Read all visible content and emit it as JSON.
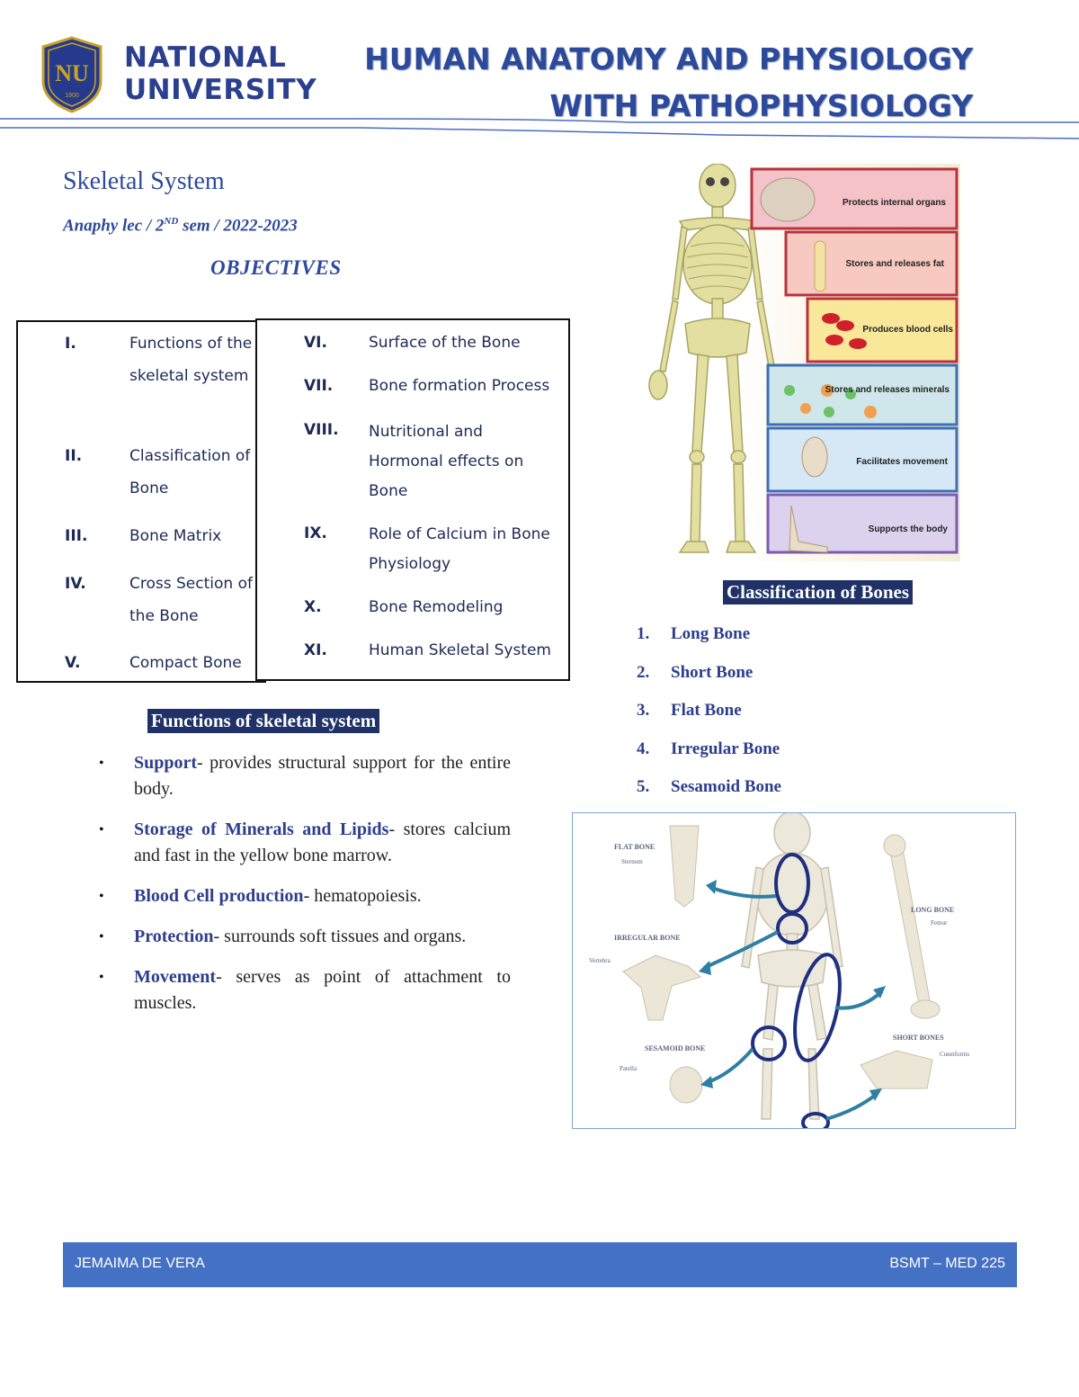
{
  "header": {
    "university_line1": "NATIONAL",
    "university_line2": "UNIVERSITY",
    "logo_letters": "NU",
    "logo_year": "1900",
    "course_line1": "HUMAN ANATOMY AND PHYSIOLOGY",
    "course_line2": "WITH PATHOPHYSIOLOGY"
  },
  "doc": {
    "title": "Skeletal System",
    "sub_prefix": "Anaphy lec / 2",
    "sub_sup": "ND",
    "sub_suffix": " sem / 2022-2023",
    "objectives_title": "OBJECTIVES"
  },
  "objectives_left": [
    {
      "num": "I.",
      "label": "Functions of the skeletal system"
    },
    {
      "num": "II.",
      "label": "Classification of Bone"
    },
    {
      "num": "III.",
      "label": "Bone Matrix"
    },
    {
      "num": "IV.",
      "label": "Cross Section of the Bone"
    },
    {
      "num": "V.",
      "label": "Compact Bone"
    }
  ],
  "objectives_right": [
    {
      "num": "VI.",
      "label": "Surface of the Bone"
    },
    {
      "num": "VII.",
      "label": "Bone formation Process"
    },
    {
      "num": "VIII.",
      "label": "Nutritional and Hormonal effects on Bone"
    },
    {
      "num": "IX.",
      "label": "Role of Calcium in Bone Physiology"
    },
    {
      "num": "X.",
      "label": "Bone Remodeling"
    },
    {
      "num": "XI.",
      "label": "Human Skeletal System"
    }
  ],
  "functions": {
    "title": "Functions of skeletal system",
    "items": [
      {
        "term": "Support",
        "text": "- provides structural support for the entire body."
      },
      {
        "term": "Storage of Minerals and Lipids",
        "text": "- stores calcium and fast in the yellow bone marrow."
      },
      {
        "term": "Blood Cell production",
        "text": "- hematopoiesis."
      },
      {
        "term": "Protection",
        "text": "- surrounds soft tissues and organs."
      },
      {
        "term": "Movement",
        "text": "- serves as point of attachment to muscles."
      }
    ]
  },
  "classification": {
    "title": "Classification of Bones",
    "items": [
      {
        "num": "1.",
        "label": "Long Bone"
      },
      {
        "num": "2.",
        "label": "Short Bone"
      },
      {
        "num": "3.",
        "label": "Flat Bone"
      },
      {
        "num": "4.",
        "label": "Irregular Bone"
      },
      {
        "num": "5.",
        "label": "Sesamoid Bone"
      }
    ]
  },
  "figure1": {
    "panels": [
      {
        "label": "Protects internal organs",
        "color": "#f5c2c8",
        "border": "#b8323c"
      },
      {
        "label": "Stores and releases fat",
        "color": "#f8c9c0",
        "border": "#b8323c"
      },
      {
        "label": "Produces blood cells",
        "color": "#f9e79a",
        "border": "#b8323c"
      },
      {
        "label": "Stores and releases minerals",
        "color": "#cfe6ea",
        "border": "#3d6fb5"
      },
      {
        "label": "Facilitates movement",
        "color": "#d6e8f6",
        "border": "#3d6fb5"
      },
      {
        "label": "Supports the body",
        "color": "#ddd2ee",
        "border": "#7c5bb0"
      }
    ]
  },
  "figure2": {
    "flat_title": "FLAT BONE",
    "flat_example": "Sternum",
    "irregular_title": "IRREGULAR BONE",
    "irregular_example": "Vertebra",
    "sesamoid_title": "SESAMOID BONE",
    "sesamoid_example": "Patella",
    "long_title": "LONG BONE",
    "long_example": "Femur",
    "short_title": "SHORT BONES",
    "short_example": "Cuneiforms"
  },
  "footer": {
    "author": "JEMAIMA DE VERA",
    "section": "BSMT – MED 225"
  },
  "colors": {
    "brand_blue": "#2d4a9a",
    "highlight_navy": "#1f3167",
    "footer_blue": "#4471c4"
  }
}
